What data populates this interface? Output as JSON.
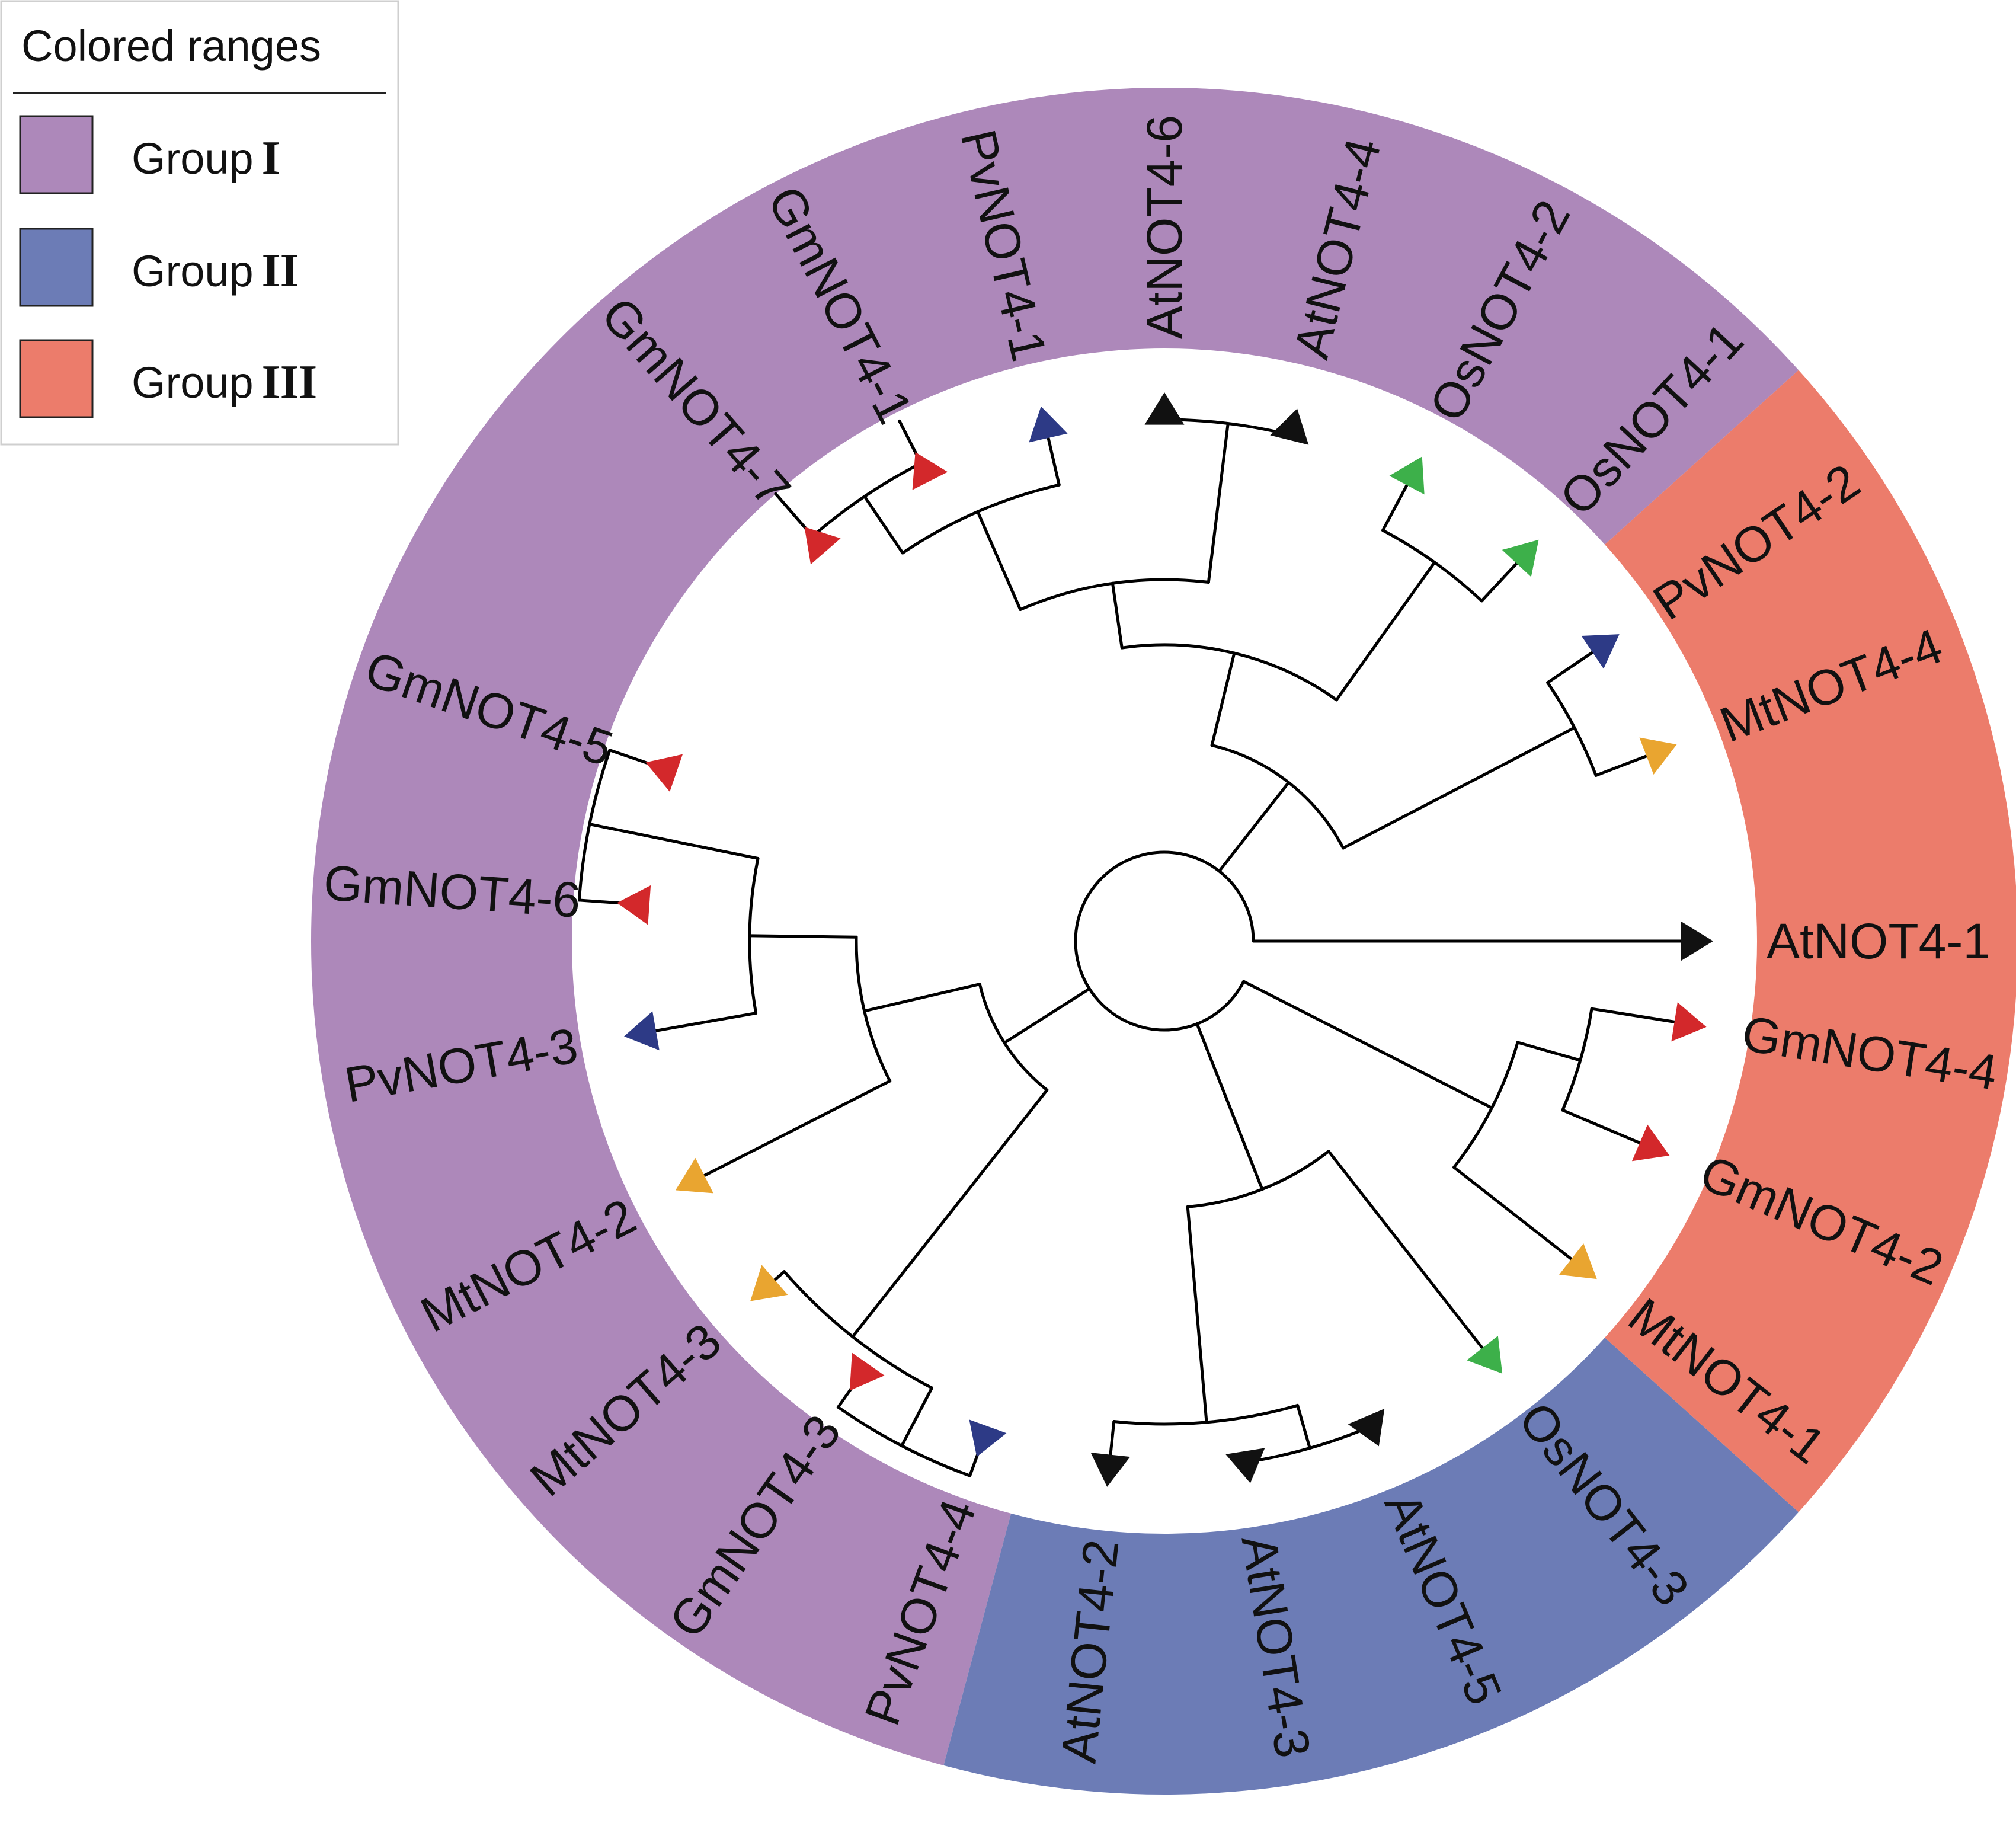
{
  "legend": {
    "title": "Colored ranges",
    "items": [
      {
        "word": "Group",
        "roman": "I",
        "color": "#ad88ba"
      },
      {
        "word": "Group",
        "roman": "II",
        "color": "#6c7cb6"
      },
      {
        "word": "Group",
        "roman": "III",
        "color": "#ec7c6b"
      }
    ]
  },
  "marker_colors": {
    "Gm": "#d3282b",
    "Pv": "#2d3a86",
    "At": "#111111",
    "Os": "#3db04a",
    "Mt": "#e9a530"
  },
  "line_color": "#000000",
  "groups": [
    {
      "name": "Group I",
      "color": "#ad88ba",
      "from": 105,
      "to": 318
    },
    {
      "name": "Group II",
      "color": "#6c7cb6",
      "from": 42,
      "to": 105
    },
    {
      "name": "Group III",
      "color": "#ec7c6b",
      "from": 318,
      "to": 402
    }
  ],
  "leaves": [
    {
      "label": "AtNOT4-1",
      "species": "At",
      "angle": 0
    },
    {
      "label": "MtNOT4-4",
      "species": "Mt",
      "angle": 339
    },
    {
      "label": "PvNOT4-2",
      "species": "Pv",
      "angle": 326
    },
    {
      "label": "OsNOT4-1",
      "species": "Os",
      "angle": 313
    },
    {
      "label": "OsNOT4-2",
      "species": "Os",
      "angle": 298
    },
    {
      "label": "AtNOT4-4",
      "species": "At",
      "angle": 284
    },
    {
      "label": "AtNOT4-6",
      "species": "At",
      "angle": 270
    },
    {
      "label": "PvNOT4-1",
      "species": "Pv",
      "angle": 257
    },
    {
      "label": "GmNOT4-1",
      "species": "Gm",
      "angle": 243
    },
    {
      "label": "GmNOT4-7",
      "species": "Gm",
      "angle": 229
    },
    {
      "label": "GmNOT4-5",
      "species": "Gm",
      "angle": 199
    },
    {
      "label": "GmNOT4-6",
      "species": "Gm",
      "angle": 184
    },
    {
      "label": "PvNOT4-3",
      "species": "Pv",
      "angle": 170
    },
    {
      "label": "MtNOT4-2",
      "species": "Mt",
      "angle": 153
    },
    {
      "label": "MtNOT4-3",
      "species": "Mt",
      "angle": 139
    },
    {
      "label": "GmNOT4-3",
      "species": "Gm",
      "angle": 125
    },
    {
      "label": "PvNOT4-4",
      "species": "Pv",
      "angle": 110
    },
    {
      "label": "AtNOT4-2",
      "species": "At",
      "angle": 96
    },
    {
      "label": "AtNOT4-3",
      "species": "At",
      "angle": 81
    },
    {
      "label": "AtNOT4-5",
      "species": "At",
      "angle": 67
    },
    {
      "label": "OsNOT4-3",
      "species": "Os",
      "angle": 52
    },
    {
      "label": "MtNOT4-1",
      "species": "Mt",
      "angle": 38
    },
    {
      "label": "GmNOT4-2",
      "species": "Gm",
      "angle": 23
    },
    {
      "label": "GmNOT4-4",
      "species": "Gm",
      "angle": 9
    }
  ]
}
